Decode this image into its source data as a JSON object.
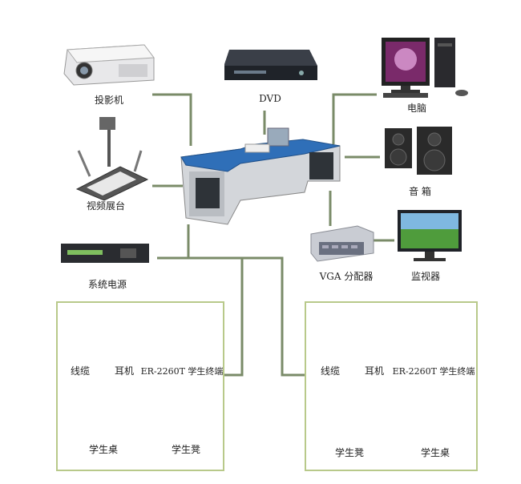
{
  "devices": {
    "projector": "投影机",
    "dvd": "DVD",
    "computer": "电脑",
    "visualizer": "视频展台",
    "speakers": "音 箱",
    "power": "系统电源",
    "vga_splitter": "VGA 分配器",
    "monitor": "监视器"
  },
  "student_groups": [
    {
      "cable": "线缆",
      "headphones": "耳机",
      "terminal": "ER-2260T 学生终端",
      "desk": "学生桌",
      "stool": "学生凳"
    },
    {
      "cable": "线缆",
      "headphones": "耳机",
      "terminal": "ER-2260T 学生终端",
      "stool": "学生凳",
      "desk": "学生桌"
    }
  ],
  "colors": {
    "connector": "#7a8b68",
    "panel_border": "#b8c98a",
    "console_blue": "#2f6fb8"
  }
}
